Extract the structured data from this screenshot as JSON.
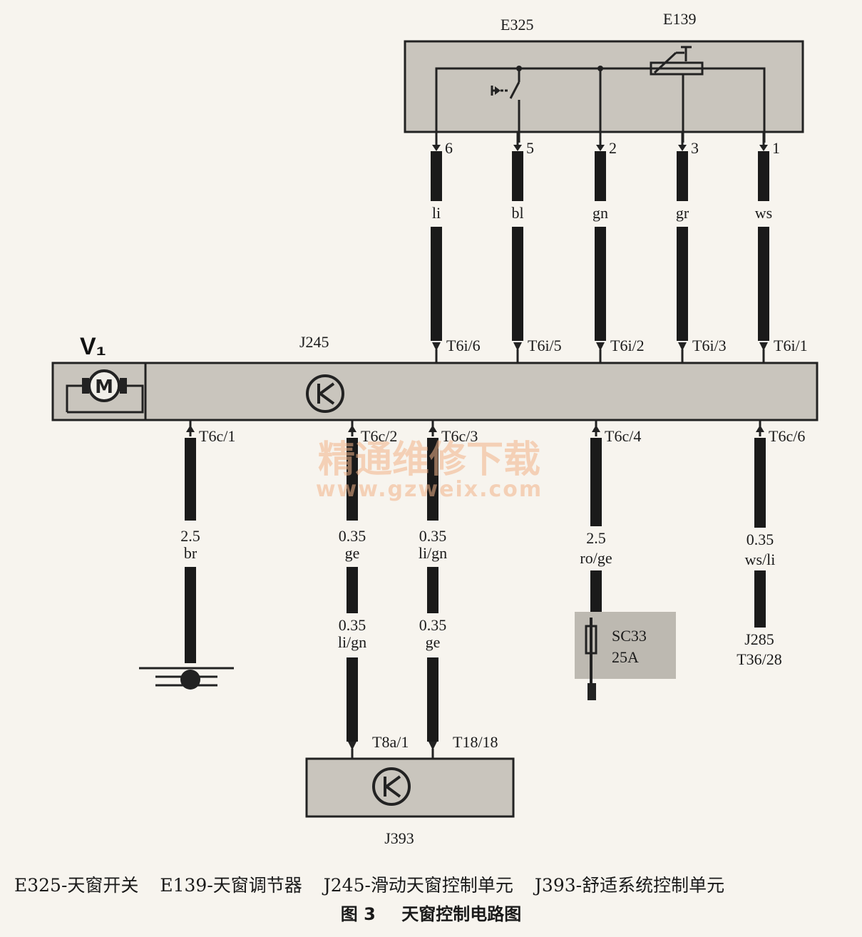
{
  "components": {
    "e325": "E325",
    "e139": "E139",
    "v1": "V₁",
    "j245": "J245",
    "j393": "J393",
    "fuse_name": "SC33",
    "fuse_rating": "25A",
    "j285": "J285",
    "j285_pin": "T36/28"
  },
  "top_wires": [
    {
      "pin": "6",
      "color": "li",
      "connector": "T6i/6"
    },
    {
      "pin": "5",
      "color": "bl",
      "connector": "T6i/5"
    },
    {
      "pin": "2",
      "color": "gn",
      "connector": "T6i/2"
    },
    {
      "pin": "3",
      "color": "gr",
      "connector": "T6i/3"
    },
    {
      "pin": "1",
      "color": "ws",
      "connector": "T6i/1"
    }
  ],
  "bottom_wires": [
    {
      "connector": "T6c/1",
      "size": "2.5",
      "color": "br"
    },
    {
      "connector": "T6c/2",
      "size": "0.35",
      "color": "ge",
      "size2": "0.35",
      "color2": "li/gn",
      "end_connector": "T8a/1"
    },
    {
      "connector": "T6c/3",
      "size": "0.35",
      "color": "li/gn",
      "size2": "0.35",
      "color2": "ge",
      "end_connector": "T18/18"
    },
    {
      "connector": "T6c/4",
      "size": "2.5",
      "color": "ro/ge"
    },
    {
      "connector": "T6c/6",
      "size": "0.35",
      "color": "ws/li"
    }
  ],
  "watermark": {
    "line1": "精通维修下载",
    "line2": "www.gzweix.com"
  },
  "legend": [
    "E325-天窗开关",
    "E139-天窗调节器",
    "J245-滑动天窗控制单元",
    "J393-舒适系统控制单元"
  ],
  "caption": {
    "number": "图 3",
    "title": "天窗控制电路图"
  }
}
